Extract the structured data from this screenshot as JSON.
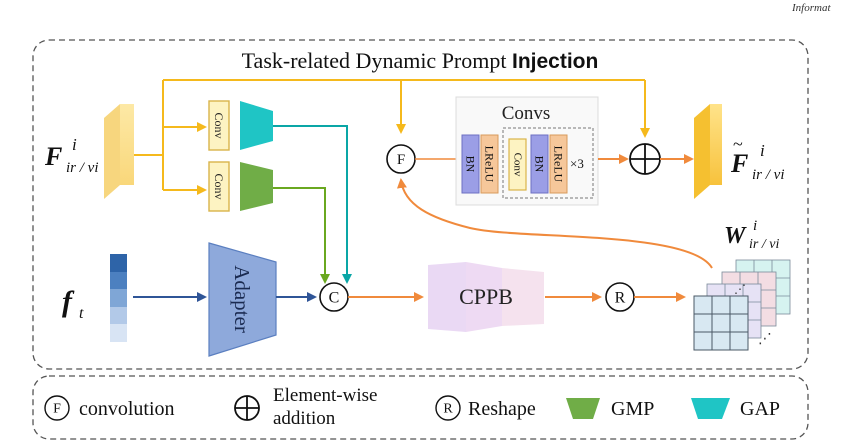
{
  "corner_text": "Informat",
  "title": {
    "main": "Task-related Dynamic Prompt",
    "emphasis": "Injection"
  },
  "inputs": {
    "feature_base": "F",
    "feature_sup": "i",
    "feature_sub": "ir / vi",
    "text_base": "f",
    "text_sub": "t"
  },
  "outputs": {
    "feature_base": "F",
    "feature_sup": "i",
    "feature_sub": "ir / vi",
    "weight_base": "W",
    "weight_sup": "i",
    "weight_sub": "ir / vi"
  },
  "blocks": {
    "conv_top": "Conv",
    "conv_bottom": "Conv",
    "adapter": "Adapter",
    "cppb": "CPPB",
    "convs_title": "Convs",
    "bn1": "BN",
    "lrelu1": "LReLU",
    "conv_inner": "Conv",
    "bn2": "BN",
    "lrelu2": "LReLU",
    "repeat": "×3"
  },
  "nodes": {
    "fuse_f": "F",
    "concat_c": "C",
    "reshape_r": "R"
  },
  "legend": {
    "conv_symbol": "F",
    "conv_label": "convolution",
    "add_label_1": "Element-wise",
    "add_label_2": "addition",
    "reshape_symbol": "R",
    "reshape_label": "Reshape",
    "gmp_label": "GMP",
    "gap_label": "GAP"
  },
  "colors": {
    "orange": "#f08a3c",
    "yellow_arrow": "#f5b91c",
    "blue_arrow": "#2f5597",
    "green_arrow": "#6aa820",
    "teal_arrow": "#0aa6a6",
    "gmp": "#70ad47",
    "gap": "#1fc5c5",
    "adapter": "#8ea9db",
    "bn": "#9b9ee6",
    "lrelu": "#f6c79a"
  }
}
